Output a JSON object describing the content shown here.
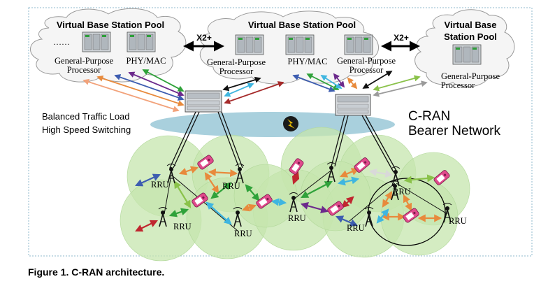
{
  "pools": {
    "left_title": "Virtual Base Station Pool",
    "middle_title": "Virtual Base Station Pool",
    "right_title_line1": "Virtual Base",
    "right_title_line2": "Station Pool",
    "ellipsis": "……",
    "gpp_line1": "General-Purpose",
    "gpp_line2": "Processor",
    "phy_mac": "PHY/MAC"
  },
  "links": {
    "x2_left": "X2+",
    "x2_right": "X2+"
  },
  "network": {
    "feature_line1": "Balanced Traffic Load",
    "feature_line2": "High Speed Switching",
    "name_line1": "C-RAN",
    "name_line2": "Bearer Network"
  },
  "rru_label": "RRU",
  "caption": "Figure 1. C-RAN architecture.",
  "colors": {
    "cloud_fill": "#f5f5f5",
    "cloud_stroke": "#9a9a9a",
    "bearer_fill": "#a9d0dd",
    "cell_fill": "#c5e5ae",
    "frame_border": "#8fb8cc"
  }
}
